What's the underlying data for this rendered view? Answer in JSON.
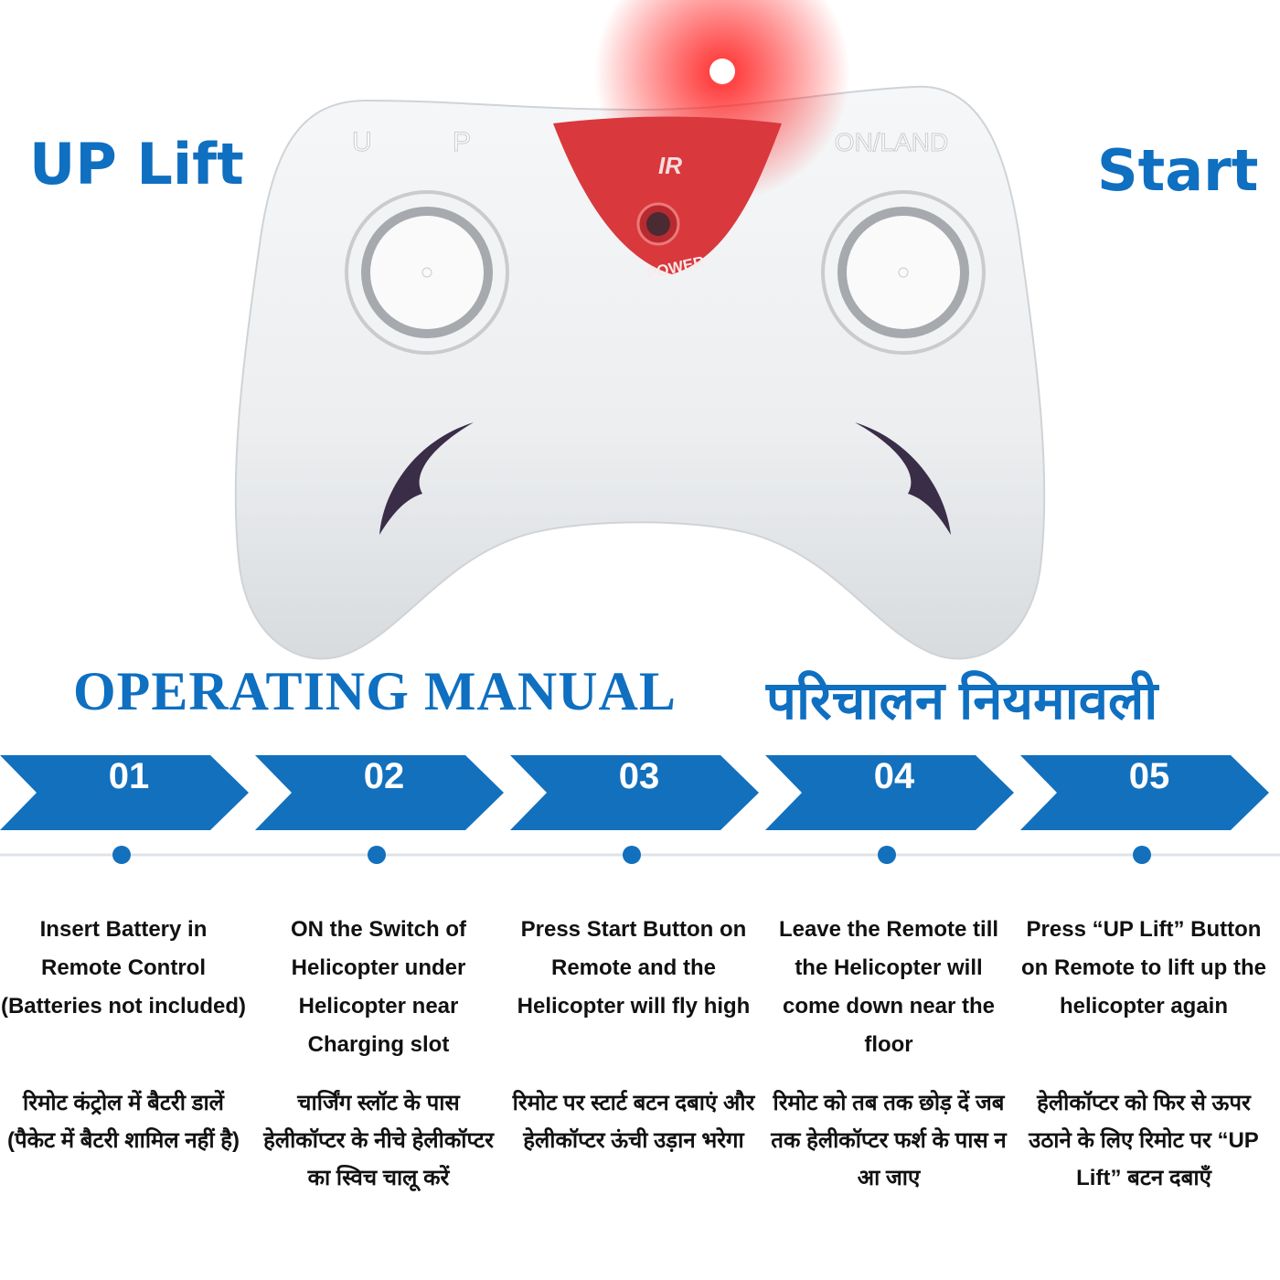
{
  "side_labels": {
    "left": "UP Lift",
    "right": "Start"
  },
  "controller": {
    "left_stick_label": "U P",
    "right_stick_label": "ON/LAND",
    "brand": "IR",
    "power_label": "POWER"
  },
  "titles": {
    "english": "OPERATING MANUAL",
    "hindi": "परिचालन नियमावली"
  },
  "colors": {
    "accent": "#1270bd",
    "panel": "#d9383d"
  },
  "steps": [
    {
      "number": "01",
      "english": "Insert Battery in Remote Control (Batteries not included)",
      "hindi": "रिमोट कंट्रोल में बैटरी डालें (पैकेट में बैटरी शामिल नहीं है)"
    },
    {
      "number": "02",
      "english": "ON the Switch of Helicopter under Helicopter near Charging slot",
      "hindi": "चार्जिंग स्लॉट के पास हेलीकॉप्टर के नीचे हेलीकॉप्टर का स्विच चालू करें"
    },
    {
      "number": "03",
      "english": "Press Start Button on Remote and the Helicopter will fly high",
      "hindi": "रिमोट पर स्टार्ट बटन दबाएं और हेलीकॉप्टर ऊंची उड़ान भरेगा"
    },
    {
      "number": "04",
      "english": "Leave the Remote till the Helicopter will come down near the floor",
      "hindi": "रिमोट को तब तक छोड़ दें जब तक हेलीकॉप्टर फर्श के पास न आ जाए"
    },
    {
      "number": "05",
      "english": "Press “UP Lift” Button on Remote to lift up the helicopter again",
      "hindi": "हेलीकॉप्टर को फिर से ऊपर उठाने के लिए रिमोट पर “UP Lift” बटन दबाएँ"
    }
  ]
}
